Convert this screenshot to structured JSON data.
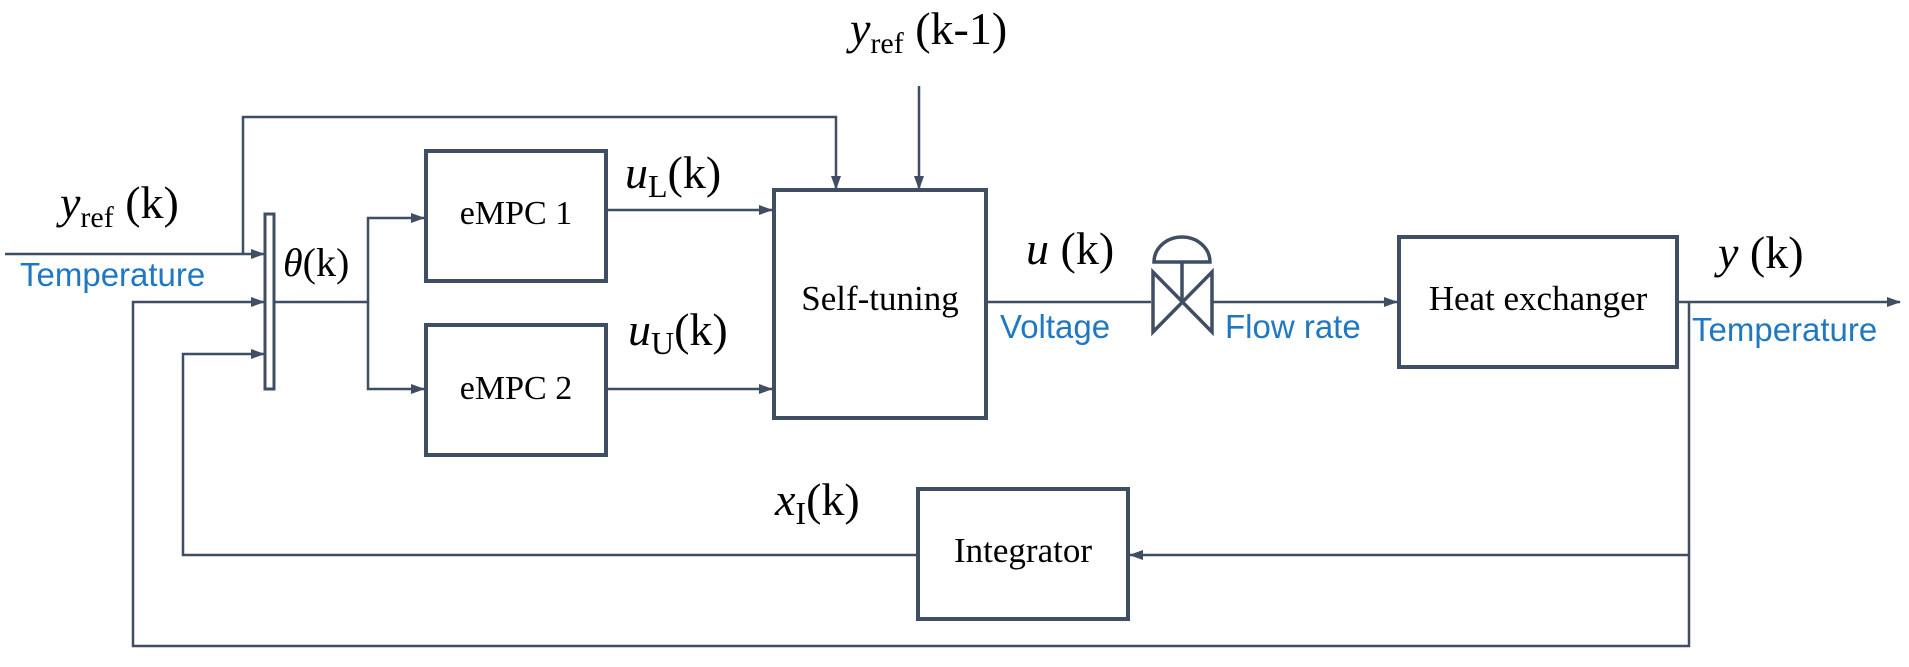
{
  "blocks": {
    "empc1": "eMPC 1",
    "empc2": "eMPC 2",
    "self_tuning": "Self-tuning",
    "heat_exchanger": "Heat exchanger",
    "integrator": "Integrator"
  },
  "signals": {
    "yref_k": {
      "var": "y",
      "sub": "ref",
      "arg": " (k)"
    },
    "yref_km1": {
      "var": "y",
      "sub": "ref",
      "arg": " (k-1)"
    },
    "theta": {
      "var": "θ",
      "arg": "(k)"
    },
    "uL": {
      "var": "u",
      "sub": "L",
      "arg": "(k)"
    },
    "uU": {
      "var": "u",
      "sub": "U",
      "arg": "(k)"
    },
    "u": {
      "var": "u",
      "arg": " (k)"
    },
    "y": {
      "var": "y",
      "arg": " (k)"
    },
    "xI": {
      "var": "x",
      "sub": "I",
      "arg": "(k)"
    }
  },
  "physical_labels": {
    "input_temperature": "Temperature",
    "voltage": "Voltage",
    "flow_rate": "Flow rate",
    "output_temperature": "Temperature"
  },
  "colors": {
    "line": "#3f4e63",
    "physical_label": "#1f78c1",
    "text": "#000000"
  }
}
